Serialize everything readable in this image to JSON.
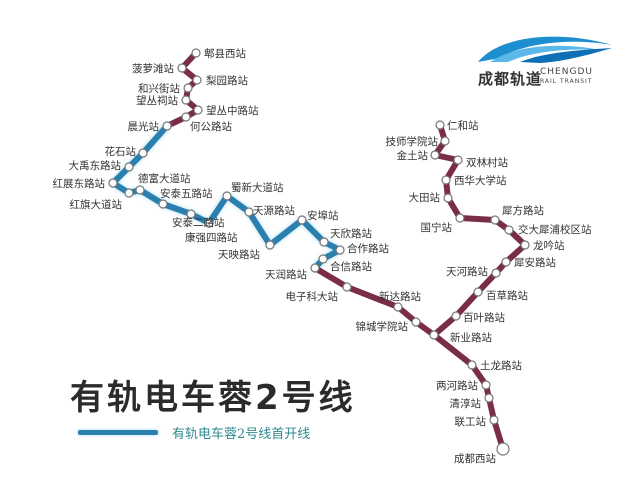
{
  "title": "有轨电车蓉2号线",
  "legend": {
    "label": "有轨电车蓉2号线首开线",
    "color": "#2b7fae"
  },
  "logo": {
    "cn": "成都轨道",
    "en_line1": "CHENGDU",
    "en_line2": "RAIL TRANSIT"
  },
  "colors": {
    "full_line": "#7a2d47",
    "first_phase": "#2b7fae",
    "station_fill": "#ffffff"
  },
  "stations": [
    {
      "name": "郫县西站",
      "phase": "full"
    },
    {
      "name": "菠萝滩站",
      "phase": "full"
    },
    {
      "name": "梨园路站",
      "phase": "full"
    },
    {
      "name": "和兴街站",
      "phase": "full"
    },
    {
      "name": "望丛祠站",
      "phase": "full"
    },
    {
      "name": "望丛中路站",
      "phase": "full"
    },
    {
      "name": "何公路站",
      "phase": "full"
    },
    {
      "name": "晨光站",
      "phase": "first"
    },
    {
      "name": "花石站",
      "phase": "first"
    },
    {
      "name": "大禹东路站",
      "phase": "first"
    },
    {
      "name": "红展东路站",
      "phase": "first"
    },
    {
      "name": "红旗大道站",
      "phase": "first"
    },
    {
      "name": "德富大道站",
      "phase": "first"
    },
    {
      "name": "安泰五路站",
      "phase": "first"
    },
    {
      "name": "安泰二路站",
      "phase": "first"
    },
    {
      "name": "康强四路站",
      "phase": "first"
    },
    {
      "name": "蜀新大道站",
      "phase": "first"
    },
    {
      "name": "天源路站",
      "phase": "first"
    },
    {
      "name": "天映路站",
      "phase": "first"
    },
    {
      "name": "安埠站",
      "phase": "first"
    },
    {
      "name": "天欣路站",
      "phase": "first"
    },
    {
      "name": "合作路站",
      "phase": "first"
    },
    {
      "name": "合信路站",
      "phase": "first"
    },
    {
      "name": "天润路站",
      "phase": "full"
    },
    {
      "name": "电子科大站",
      "phase": "full"
    },
    {
      "name": "新达路站",
      "phase": "full"
    },
    {
      "name": "锦城学院站",
      "phase": "full"
    },
    {
      "name": "新业路站",
      "phase": "full"
    },
    {
      "name": "百叶路站",
      "phase": "full"
    },
    {
      "name": "百草路站",
      "phase": "full"
    },
    {
      "name": "天河路站",
      "phase": "full"
    },
    {
      "name": "犀安路站",
      "phase": "full"
    },
    {
      "name": "龙吟站",
      "phase": "full"
    },
    {
      "name": "交大犀浦校区站",
      "phase": "full"
    },
    {
      "name": "犀方路站",
      "phase": "full"
    },
    {
      "name": "国宁站",
      "phase": "full"
    },
    {
      "name": "大田站",
      "phase": "full"
    },
    {
      "name": "西华大学站",
      "phase": "full"
    },
    {
      "name": "双林村站",
      "phase": "full"
    },
    {
      "name": "金土站",
      "phase": "full"
    },
    {
      "name": "技师学院站",
      "phase": "full"
    },
    {
      "name": "仁和站",
      "phase": "full"
    },
    {
      "name": "土龙路站",
      "phase": "full"
    },
    {
      "name": "两河路站",
      "phase": "full"
    },
    {
      "name": "清淳站",
      "phase": "full"
    },
    {
      "name": "联工站",
      "phase": "full"
    },
    {
      "name": "成都西站",
      "phase": "full"
    }
  ]
}
